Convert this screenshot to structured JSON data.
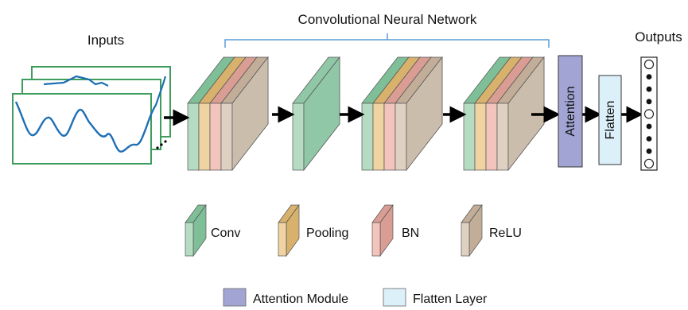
{
  "title": "Convolutional Neural Network",
  "inputs_label": "Inputs",
  "outputs_label": "Outputs",
  "attention_label": "Attention",
  "flatten_label": "Flatten",
  "legend": {
    "conv": "Conv",
    "pooling": "Pooling",
    "bn": "BN",
    "relu": "ReLU",
    "attention_module": "Attention Module",
    "flatten_layer": "Flatten Layer"
  },
  "colors": {
    "conv": "#b5dcc3",
    "conv_dark": "#7fbf98",
    "pooling": "#efd3a2",
    "pooling_dark": "#d8b16c",
    "bn": "#f2c4bb",
    "bn_dark": "#d99d93",
    "relu": "#ded1c2",
    "relu_dark": "#c2ad98",
    "pool_block": "#90c7a6",
    "attention": "#a2a5d4",
    "flatten": "#dcf0fa",
    "signal": "#1f6fb5",
    "frame": "#3e9d5d",
    "bracket": "#5b9bd5"
  },
  "output_nodes": [
    "empty",
    "filled",
    "filled",
    "filled",
    "empty",
    "filled",
    "filled",
    "filled",
    "empty"
  ]
}
